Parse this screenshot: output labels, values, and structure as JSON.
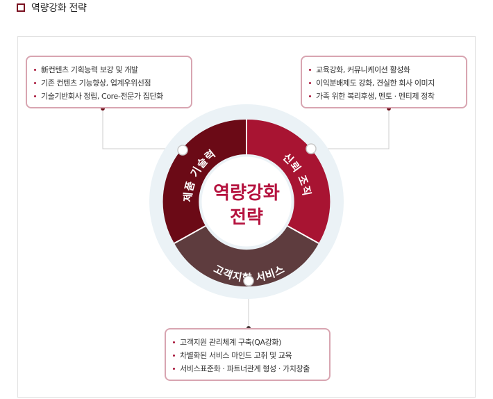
{
  "header": {
    "title": "역량강화 전략"
  },
  "diagram": {
    "center_line1": "역량강화",
    "center_line2": "전략",
    "segments": [
      {
        "label": "제품 기술력",
        "color": "#6b0a16"
      },
      {
        "label": "신뢰 조직",
        "color": "#a81432"
      },
      {
        "label": "고객지향 서비스",
        "color": "#5e3c3e"
      }
    ],
    "colors": {
      "ring_bg": "#ebf2f6",
      "inner": "#ffffff",
      "center_text": "#b5133f",
      "connector": "#cccccc",
      "border": "#d8a5b1"
    }
  },
  "boxes": {
    "left": {
      "items": [
        "新컨텐츠 기획능력 보강 및 개발",
        "기존 컨텐츠 기능향상, 업계우위선점",
        "기술기반회사 정립, Core-전문가 집단화"
      ]
    },
    "right": {
      "items": [
        "교육강화, 커뮤니케이션 활성화",
        "이익분배제도 강화, 견실한 회사 이미지",
        "가족 위한 복리후생, 멘토 · 멘티제 정착"
      ]
    },
    "bottom": {
      "items": [
        "고객지원 관리체계 구축(QA강화)",
        "차별화된 서비스 마인드 고취 및 교육",
        "서비스표준화 · 파트너관계 형성 · 가치창출"
      ]
    }
  }
}
